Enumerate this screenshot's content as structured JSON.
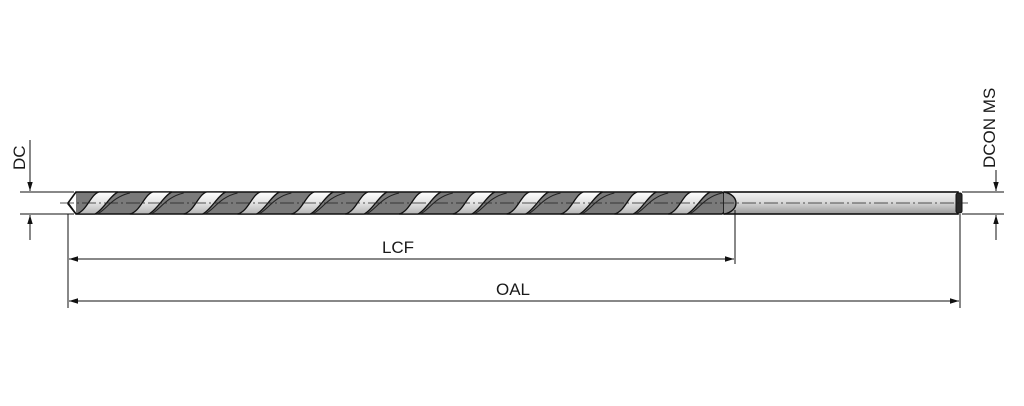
{
  "drawing": {
    "type": "technical-drawing",
    "subject": "drill",
    "labels": {
      "dc": "DC",
      "dcon": "DCON MS",
      "lcf": "LCF",
      "oal": "OAL"
    },
    "flute_turns": 12
  }
}
